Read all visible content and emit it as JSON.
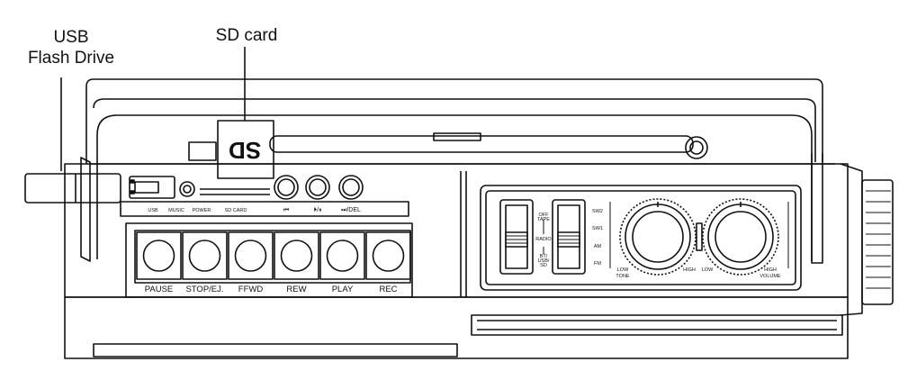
{
  "callouts": {
    "usb_line1": "USB",
    "usb_line2": "Flash Drive",
    "sd_card": "SD card"
  },
  "sd_card_text": "SD",
  "port_labels": {
    "usb": "USB",
    "music": "MUSIC",
    "power": "POWER",
    "sd_card": "SD CARD",
    "prev": "⏮",
    "play_pause": "⏵/⏸",
    "next_del": "⏭/DEL"
  },
  "transport_buttons": [
    "PAUSE",
    "STOP/EJ.",
    "FFWD",
    "REW",
    "PLAY",
    "REC"
  ],
  "switch_left_labels": [
    "OFF",
    "TAPE",
    "RADIO",
    "BT/",
    "USB/",
    "SD"
  ],
  "switch_right_labels": [
    "SW2",
    "SW1",
    "AM",
    "FM"
  ],
  "knobs": {
    "tone": {
      "low": "LOW",
      "name": "TONE",
      "high": "HIGH"
    },
    "volume": {
      "low": "LOW",
      "name": "VOLUME",
      "high": "HIGH"
    }
  },
  "colors": {
    "line": "#111111",
    "background": "#ffffff"
  }
}
